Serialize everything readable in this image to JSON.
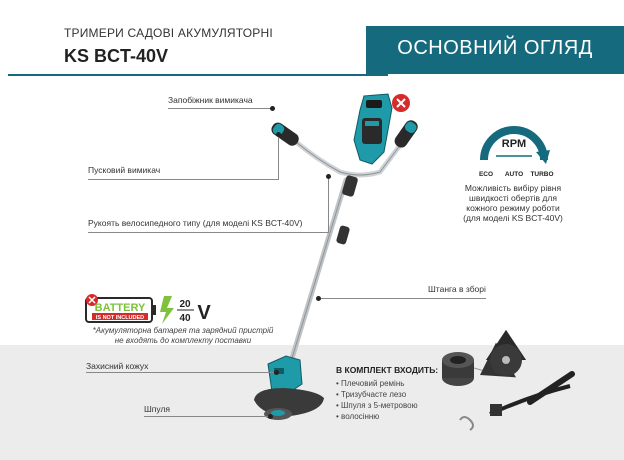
{
  "header": {
    "subtitle": "ТРИМЕРИ САДОВІ АКУМУЛЯТОРНІ",
    "model": "KS BCT-40V",
    "banner": "ОСНОВНИЙ ОГЛЯД"
  },
  "callouts": {
    "safety_lock": "Запобіжник вимикача",
    "trigger": "Пусковий вимикач",
    "bike_handle": "Рукоять велосипедного типу (для моделі KS BCT-40V)",
    "shaft": "Штанга в зборі",
    "guard": "Захисний кожух",
    "spool": "Шпуля"
  },
  "rpm": {
    "label": "RPM",
    "modes": [
      "ECO",
      "AUTO",
      "TURBO"
    ],
    "caption_lines": [
      "Можливість вибіру рівня",
      "швидкості обертів для",
      "кожного режиму роботи",
      "(для моделі KS BCT-40V)"
    ]
  },
  "battery_badge": {
    "title": "BATTERY",
    "status": "IS NOT INCLUDED",
    "voltage_top": "20",
    "voltage_bottom": "40",
    "unit": "V",
    "note_lines": [
      "*Акумуляторна батарея та зарядний пристрій",
      "не входять до комплекту поставки"
    ]
  },
  "kit": {
    "title": "В КОМПЛЕКТ ВХОДИТЬ:",
    "items": [
      "Плечовий ремінь",
      "Тризубчасте лезо",
      "Шпуля з 5-метровою",
      "волосінню"
    ]
  },
  "colors": {
    "teal": "#156b7d",
    "tool_teal": "#1e9aa8",
    "red": "#d62b2b",
    "green": "#7dc23a"
  }
}
